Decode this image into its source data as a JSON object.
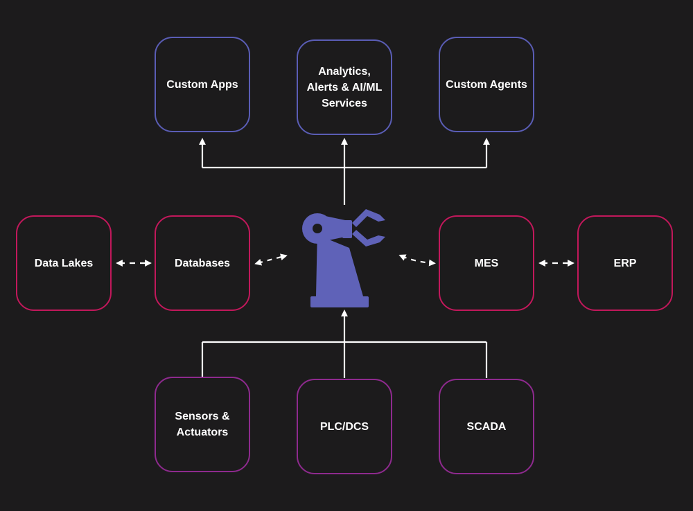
{
  "colors": {
    "background": "#1c1b1c",
    "top_border": "#5a5db5",
    "side_border": "#c2185b",
    "bottom_border": "#8e2a8e",
    "robot": "#5f62b8",
    "connector": "#ffffff"
  },
  "center": {
    "icon": "robot-arm-icon"
  },
  "top_nodes": [
    {
      "label": "Custom Apps"
    },
    {
      "label": "Analytics,\nAlerts & AI/ML\nServices"
    },
    {
      "label": "Custom Agents"
    }
  ],
  "left_nodes": [
    {
      "label": "Data Lakes"
    },
    {
      "label": "Databases"
    }
  ],
  "right_nodes": [
    {
      "label": "MES"
    },
    {
      "label": "ERP"
    }
  ],
  "bottom_nodes": [
    {
      "label": "Sensors &\nActuators"
    },
    {
      "label": "PLC/DCS"
    },
    {
      "label": "SCADA"
    }
  ]
}
